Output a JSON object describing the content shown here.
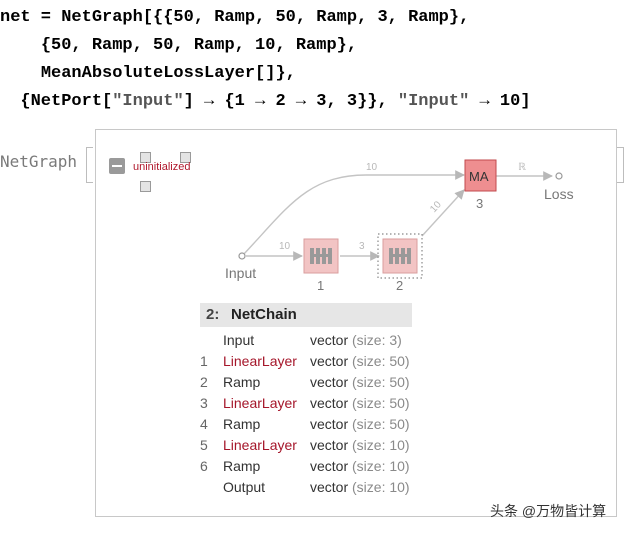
{
  "code": {
    "line1": "net = NetGraph[{{50, Ramp, 50, Ramp, 3, Ramp},",
    "line2": "{50, Ramp, 50, Ramp, 10, Ramp},",
    "line3": "MeanAbsoluteLossLayer[]},",
    "line4_pre": "{NetPort[",
    "line4_str1": "\"Input\"",
    "line4_mid": "] → {1 → 2 → 3, 3}}, ",
    "line4_str2": "\"Input\"",
    "line4_post": " → 10]"
  },
  "output_label": "NetGraph",
  "panel": {
    "status": "uninitialized"
  },
  "graph": {
    "input_label": "Input",
    "loss_label": "Loss",
    "ma_label": "MA",
    "node1_index": "1",
    "node2_index": "2",
    "node3_index": "3",
    "edge_input_node1": "10",
    "edge_node1_node2": "3",
    "edge_node2_ma": "10",
    "edge_input_ma": "10",
    "edge_ma_loss": "ℝ"
  },
  "table": {
    "header_num": "2:",
    "header_name": "NetChain",
    "rows": [
      {
        "idx": "",
        "name": "Input",
        "type": "vector",
        "size": "(size: 3)"
      },
      {
        "idx": "1",
        "name": "LinearLayer",
        "type": "vector",
        "size": "(size: 50)"
      },
      {
        "idx": "2",
        "name": "Ramp",
        "type": "vector",
        "size": "(size: 50)"
      },
      {
        "idx": "3",
        "name": "LinearLayer",
        "type": "vector",
        "size": "(size: 50)"
      },
      {
        "idx": "4",
        "name": "Ramp",
        "type": "vector",
        "size": "(size: 50)"
      },
      {
        "idx": "5",
        "name": "LinearLayer",
        "type": "vector",
        "size": "(size: 10)"
      },
      {
        "idx": "6",
        "name": "Ramp",
        "type": "vector",
        "size": "(size: 10)"
      },
      {
        "idx": "",
        "name": "Output",
        "type": "vector",
        "size": "(size: 10)"
      }
    ]
  },
  "watermark": "头条 @万物皆计算",
  "colors": {
    "ma_fill": "#ee8e90",
    "node_fill": "#f2c4c4",
    "red_label": "#a5162a"
  }
}
